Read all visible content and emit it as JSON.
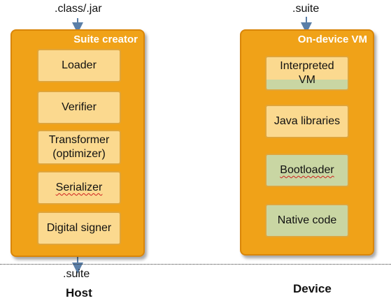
{
  "host": {
    "input_label": ".class/.jar",
    "output_label": ".suite",
    "section_label": "Host",
    "panel_title": "Suite creator",
    "components": [
      {
        "label": "Loader"
      },
      {
        "label": "Verifier"
      },
      {
        "label": "Transformer\n(optimizer)"
      },
      {
        "label": "Serializer"
      },
      {
        "label": "Digital signer"
      }
    ]
  },
  "device": {
    "input_label": ".suite",
    "section_label": "Device",
    "panel_title": "On-device VM",
    "components": [
      {
        "label": "Interpreted\nVM"
      },
      {
        "label": "Java libraries"
      },
      {
        "label": "Bootloader"
      },
      {
        "label": "Native code"
      }
    ]
  },
  "colors": {
    "panel": "#f0a218",
    "component_yellow": "#fbd98f",
    "component_green": "#c9d6a3",
    "arrow": "#5b7fa8"
  }
}
